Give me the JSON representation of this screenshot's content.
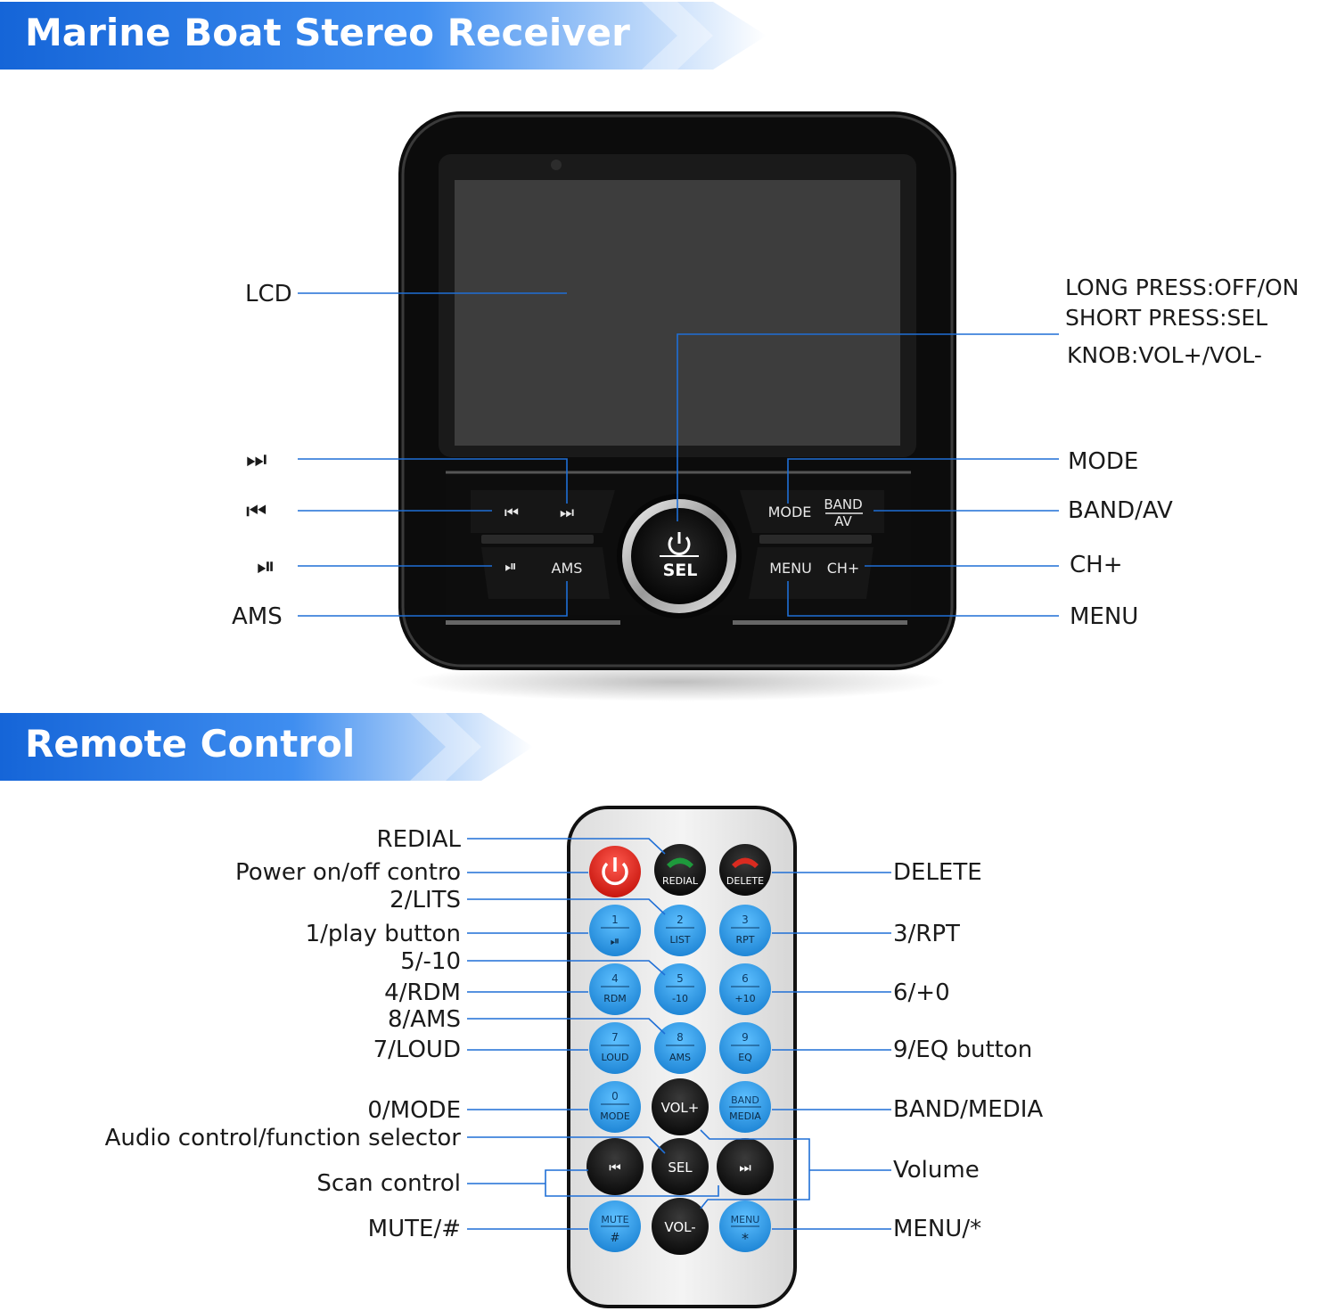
{
  "header_top": {
    "title": "Marine Boat Stereo Receiver"
  },
  "header_remote": {
    "title": "Remote Control"
  },
  "stereo_labels": {
    "lcd": "LCD",
    "next": "⏭",
    "prev": "⏮",
    "play_pause": "⏯",
    "ams": "AMS",
    "long_press": "LONG PRESS:OFF/ON",
    "short_press": "SHORT PRESS:SEL",
    "knob": "KNOB:VOL+/VOL-",
    "mode": "MODE",
    "band_av": "BAND/AV",
    "ch_plus": "CH+",
    "menu": "MENU"
  },
  "stereo_buttons": {
    "prev": "⏮",
    "next": "⏭",
    "play": "⏯",
    "ams": "AMS",
    "sel": "SEL",
    "mode": "MODE",
    "band": "BAND",
    "av": "AV",
    "menu": "MENU",
    "ch_plus": "CH+"
  },
  "remote_labels_left": {
    "redial": "REDIAL",
    "power": "Power on/off contro",
    "lits": "2/LITS",
    "play": "1/play button",
    "minus10": "5/-10",
    "rdm": "4/RDM",
    "ams": "8/AMS",
    "loud": "7/LOUD",
    "mode": "0/MODE",
    "audio": "Audio control/function selector",
    "scan": "Scan control",
    "mute": "MUTE/#"
  },
  "remote_labels_right": {
    "delete": "DELETE",
    "rpt": "3/RPT",
    "plus0": "6/+0",
    "eq": "9/EQ button",
    "band_media": "BAND/MEDIA",
    "volume": "Volume",
    "menu": "MENU/*"
  },
  "remote_buttons": {
    "redial": "REDIAL",
    "delete": "DELETE",
    "b1_num": "1",
    "b1_sub": "⏯",
    "b2_num": "2",
    "b2_sub": "LIST",
    "b3_num": "3",
    "b3_sub": "RPT",
    "b4_num": "4",
    "b4_sub": "RDM",
    "b5_num": "5",
    "b5_sub": "-10",
    "b6_num": "6",
    "b6_sub": "+10",
    "b7_num": "7",
    "b7_sub": "LOUD",
    "b8_num": "8",
    "b8_sub": "AMS",
    "b9_num": "9",
    "b9_sub": "EQ",
    "b0_num": "0",
    "b0_sub": "MODE",
    "band_top": "BAND",
    "band_sub": "MEDIA",
    "vol_up": "VOL+",
    "vol_down": "VOL-",
    "sel": "SEL",
    "prev": "⏮",
    "next": "⏭",
    "mute_top": "MUTE",
    "mute_sub": "#",
    "menu_top": "MENU",
    "menu_sub": "*"
  },
  "colors": {
    "banner_blue": "#1f6fd6",
    "leader_line": "#1f6fd6",
    "blue_key": "#2e9de8",
    "power_red": "#e4322b"
  }
}
